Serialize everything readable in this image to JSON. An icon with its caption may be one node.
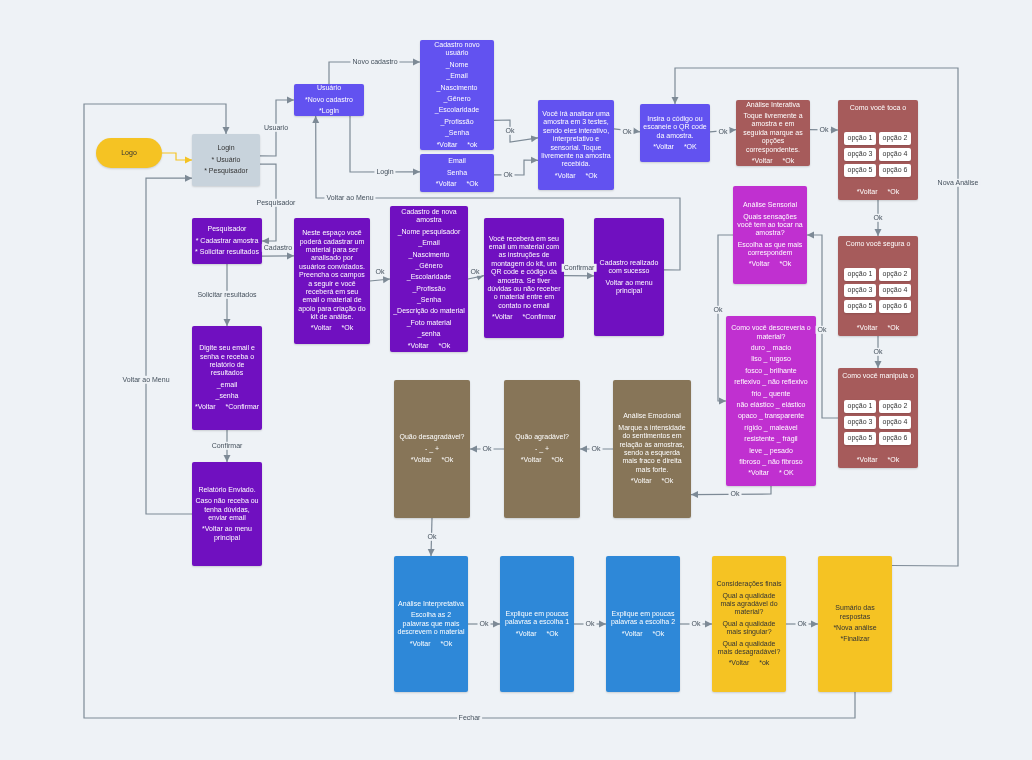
{
  "diagram": {
    "nodes": [
      {
        "text": [
          "Logo"
        ]
      },
      {
        "text": [
          "Login",
          "* Usuário",
          "* Pesquisador"
        ]
      },
      {
        "text": [
          "Usuário",
          "*Novo cadastro",
          "*Login"
        ]
      },
      {
        "text": [
          "Cadastro novo usuário",
          "_Nome",
          "_Email",
          "_Nascimento",
          "_Gênero",
          "_Escolaridade",
          "_Profissão",
          "_Senha",
          "*Voltar",
          "*ok"
        ]
      },
      {
        "text": [
          "Email",
          "Senha",
          "*Voltar",
          "*Ok"
        ]
      },
      {
        "text": [
          "Você irá analisar uma amostra em 3 testes, sendo eles interativo, interpretativo e sensorial. Toque livremente na amostra recebida.",
          "*Voltar",
          "*Ok"
        ]
      },
      {
        "text": [
          "Insira o código ou escaneie o QR code da amostra.",
          "*Voltar",
          "*OK"
        ]
      },
      {
        "text": [
          "Análise Interativa",
          "Toque livremente a amostra e em seguida marque as opções correspondentes.",
          "*Voltar",
          "*Ok"
        ]
      },
      {
        "text": [
          "Como você toca o",
          "*Voltar",
          "*Ok"
        ]
      },
      {
        "text": [
          "opção 1"
        ],
        "in": 8
      },
      {
        "text": [
          "opção 2"
        ],
        "in": 8
      },
      {
        "text": [
          "opção 3"
        ],
        "in": 8
      },
      {
        "text": [
          "opção 4"
        ],
        "in": 8
      },
      {
        "text": [
          "opção 5"
        ],
        "in": 8
      },
      {
        "text": [
          "opção 6"
        ],
        "in": 8
      },
      {
        "text": [
          "Pesquisador",
          "* Cadastrar amostra",
          "* Solicitar resultados"
        ]
      },
      {
        "text": [
          "Neste espaço você poderá cadastrar um material para ser analisado por usuários convidados. Preencha os campos a seguir e você receberá em seu email o material de apoio para criação do kit de análise.",
          "*Voltar",
          "*Ok"
        ]
      },
      {
        "text": [
          "Cadastro de nova amostra",
          "_Nome pesquisador",
          "_Email",
          "_Nascimento",
          "_Gênero",
          "_Escolaridade",
          "_Profissão",
          "_Senha",
          "_Descrição do material",
          "_Foto material",
          "_senha",
          "*Voltar",
          "*Ok"
        ]
      },
      {
        "text": [
          "Você receberá em seu email um material com as instruções de montagem do kit, um QR code e código da amostra. Se tiver dúvidas ou não receber o material entre em contato no email",
          "*Voltar",
          "*Confirmar"
        ]
      },
      {
        "text": [
          "Cadastro realizado com sucesso",
          "Voltar ao menu principal"
        ]
      },
      {
        "text": [
          "Análise Sensorial",
          "Quais sensações você tem ao tocar na amostra?",
          "Escolha as que mais correspondem",
          "*Voltar",
          "*Ok"
        ]
      },
      {
        "text": [
          "Como você segura o",
          "*Voltar",
          "*Ok"
        ]
      },
      {
        "text": [
          "opção 1"
        ],
        "in": 21
      },
      {
        "text": [
          "opção 2"
        ],
        "in": 21
      },
      {
        "text": [
          "opção 3"
        ],
        "in": 21
      },
      {
        "text": [
          "opção 4"
        ],
        "in": 21
      },
      {
        "text": [
          "opção 5"
        ],
        "in": 21
      },
      {
        "text": [
          "opção 6"
        ],
        "in": 21
      },
      {
        "text": [
          "Digite seu email e senha e receba o relatório de resultados",
          "_email",
          "_senha",
          "*Voltar",
          "*Confirmar"
        ]
      },
      {
        "text": [
          "Como você descreveria o material?",
          "duro _ macio",
          "liso _ rugoso",
          "fosco _ brilhante",
          "reflexivo _ não reflexivo",
          "frio _ quente",
          "não elástico _ elástico",
          "opaco _ transparente",
          "rígido _ maleável",
          "resistente _ frágil",
          "leve _ pesado",
          "fibroso _ não fibroso",
          "*Voltar",
          "* OK"
        ]
      },
      {
        "text": [
          "Como você manipula o",
          "*Voltar",
          "*Ok"
        ]
      },
      {
        "text": [
          "opção 1"
        ],
        "in": 30
      },
      {
        "text": [
          "opção 2"
        ],
        "in": 30
      },
      {
        "text": [
          "opção 3"
        ],
        "in": 30
      },
      {
        "text": [
          "opção 4"
        ],
        "in": 30
      },
      {
        "text": [
          "opção 5"
        ],
        "in": 30
      },
      {
        "text": [
          "opção 6"
        ],
        "in": 30
      },
      {
        "text": [
          "Quão desagradável?",
          "- _ +",
          "*Voltar",
          "*Ok"
        ]
      },
      {
        "text": [
          "Quão agradável?",
          "- _ +",
          "*Voltar",
          "*Ok"
        ]
      },
      {
        "text": [
          "Análise Emocional",
          "Marque a intensidade do sentimentos em relação às amostras, sendo a esquerda mais fraco e direita mais forte.",
          "*Voltar",
          "*Ok"
        ]
      },
      {
        "text": [
          "Relatório Enviado.",
          "Caso não receba ou tenha dúvidas, enviar email",
          "*Voltar ao menu principal"
        ]
      },
      {
        "text": [
          "Análise Interpretativa",
          "Escolha as 2 palavras que mais descrevem o material",
          "*Voltar",
          "*Ok"
        ]
      },
      {
        "text": [
          "Explique em poucas palavras a escolha 1",
          "*Voltar",
          "*Ok"
        ]
      },
      {
        "text": [
          "Explique em poucas palavras a escolha 2",
          "*Voltar",
          "*Ok"
        ]
      },
      {
        "text": [
          "Considerações finais",
          "Qual a qualidade mais agradável do material?",
          "Qual a qualidade mais singular?",
          "Qual a qualidade mais desagradável?",
          "*Voltar",
          "*ok"
        ]
      },
      {
        "text": [
          "Sumário das respostas",
          "*Nova análise",
          "*Finalizar"
        ]
      }
    ],
    "edges": [
      {
        "from": 0,
        "to": 1,
        "arrow": "to",
        "color": "#f5c323"
      },
      {
        "from": 1,
        "to": 2,
        "label": "Usuario",
        "arrow": "to"
      },
      {
        "from": 1,
        "to": 15,
        "label": "Pesquisador",
        "arrow": "to"
      },
      {
        "from": 2,
        "to": 3,
        "label": "Novo cadastro",
        "arrow": "to"
      },
      {
        "from": 2,
        "to": 4,
        "label": "Login",
        "arrow": "to"
      },
      {
        "from": 3,
        "to": 5,
        "label": "Ok",
        "arrow": "to"
      },
      {
        "from": 4,
        "to": 5,
        "label": "Ok",
        "arrow": "to"
      },
      {
        "from": 5,
        "to": 6,
        "label": "Ok",
        "arrow": "to"
      },
      {
        "from": 6,
        "to": 7,
        "label": "Ok",
        "arrow": "to"
      },
      {
        "from": 7,
        "to": 8,
        "label": "Ok",
        "arrow": "to"
      },
      {
        "from": 8,
        "to": 21,
        "label": "Ok",
        "arrow": "to"
      },
      {
        "from": 21,
        "to": 30,
        "label": "Ok",
        "arrow": "to"
      },
      {
        "from": 30,
        "to": 20,
        "label": "Ok",
        "arrow": "to"
      },
      {
        "from": 20,
        "to": 29,
        "label": "Ok",
        "arrow": "to"
      },
      {
        "from": 29,
        "to": 39,
        "label": "Ok",
        "arrow": "to"
      },
      {
        "from": 39,
        "to": 38,
        "label": "Ok",
        "arrow": "to"
      },
      {
        "from": 38,
        "to": 37,
        "label": "Ok",
        "arrow": "to"
      },
      {
        "from": 37,
        "to": 41,
        "label": "Ok",
        "arrow": "to"
      },
      {
        "from": 41,
        "to": 42,
        "label": "Ok",
        "arrow": "to"
      },
      {
        "from": 42,
        "to": 43,
        "label": "Ok",
        "arrow": "to"
      },
      {
        "from": 43,
        "to": 44,
        "label": "Ok",
        "arrow": "to"
      },
      {
        "from": 44,
        "to": 45,
        "label": "Ok",
        "arrow": "to"
      },
      {
        "from": 45,
        "to": 6,
        "label": "Nova Análise",
        "arrow": "to"
      },
      {
        "from": 45,
        "to": 1,
        "label": "Fechar",
        "arrow": "to"
      },
      {
        "from": 19,
        "to": 2,
        "label": "Voltar ao Menu",
        "arrow": "to"
      },
      {
        "from": 15,
        "to": 16,
        "label": "Cadastro",
        "arrow": "to"
      },
      {
        "from": 16,
        "to": 17,
        "label": "Ok",
        "arrow": "to"
      },
      {
        "from": 17,
        "to": 18,
        "label": "Ok",
        "arrow": "to"
      },
      {
        "from": 18,
        "to": 19,
        "label": "Confirmar",
        "arrow": "to"
      },
      {
        "from": 15,
        "to": 28,
        "label": "Solicitar resultados",
        "arrow": "to"
      },
      {
        "from": 28,
        "to": 40,
        "label": "Confirmar",
        "arrow": "to"
      },
      {
        "from": 40,
        "to": 1,
        "label": "Voltar ao Menu",
        "arrow": "to"
      }
    ]
  }
}
